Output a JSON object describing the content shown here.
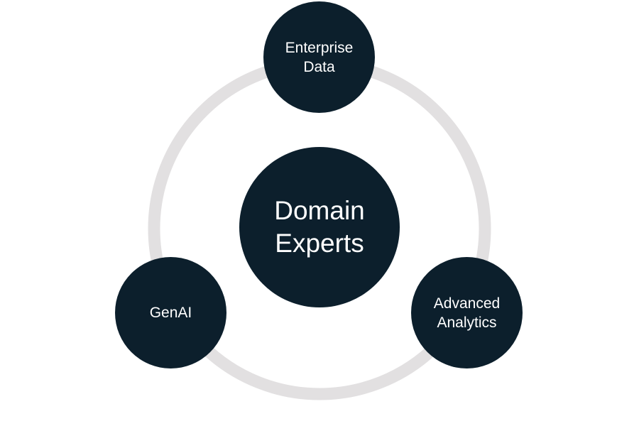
{
  "diagram": {
    "type": "cycle",
    "center": {
      "label": "Domain\nExperts"
    },
    "nodes": [
      {
        "id": "top",
        "label": "Enterprise\nData"
      },
      {
        "id": "left",
        "label": "GenAI"
      },
      {
        "id": "right",
        "label": "Advanced\nAnalytics"
      }
    ],
    "colors": {
      "node_fill": "#0c1f2c",
      "ring": "#e2e0e1",
      "text": "#ffffff",
      "background": "#ffffff"
    }
  }
}
